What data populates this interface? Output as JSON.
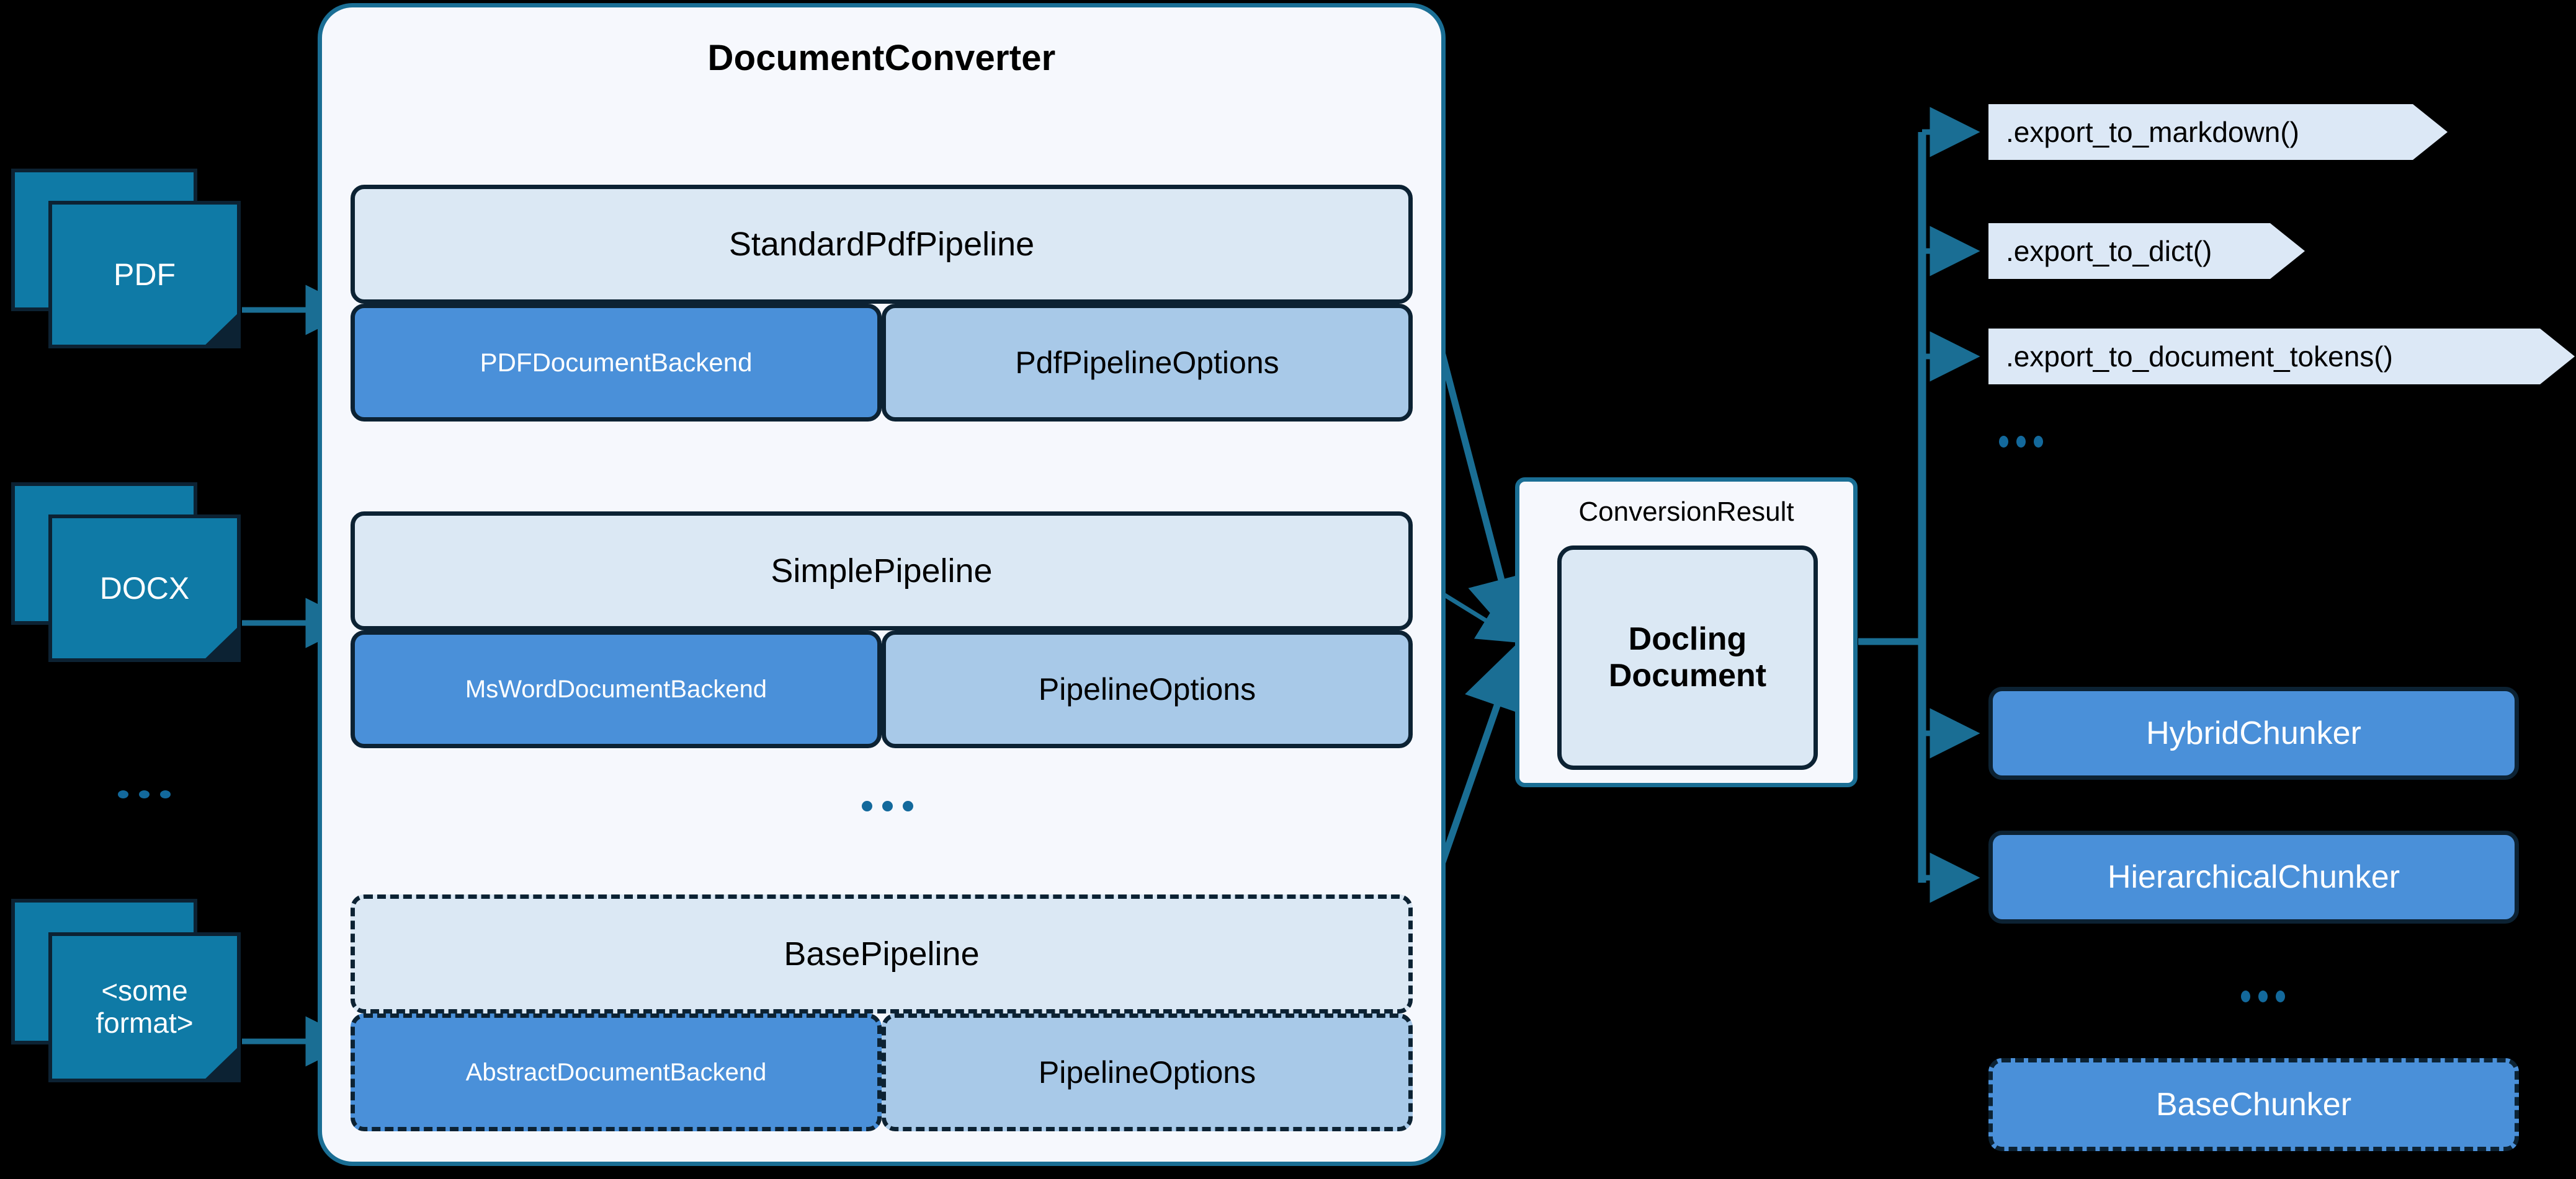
{
  "diagram": {
    "title": "Docling DocumentConverter architecture",
    "background": "#000000",
    "colors": {
      "teal_border": "#1a6e94",
      "navy_border": "#0c2233",
      "doc_fill": "#0f7aa6",
      "pipeline_head_fill": "#dbe8f4",
      "backend_fill": "#4a90d9",
      "options_fill": "#a8c9e8",
      "panel_fill": "#f6f8fd",
      "export_fill": "#dce8f6",
      "dot_color": "#13699c"
    }
  },
  "inputs": {
    "items": [
      {
        "label": "PDF",
        "icon": "document-stack-icon"
      },
      {
        "label": "DOCX",
        "icon": "document-stack-icon"
      },
      {
        "label": "<some\nformat>",
        "line1": "<some",
        "line2": "format>",
        "icon": "document-stack-icon"
      }
    ],
    "ellipsis": "..."
  },
  "converter": {
    "title": "DocumentConverter",
    "ellipsis": "...",
    "pipelines": [
      {
        "name": "StandardPdfPipeline",
        "backend": "PDFDocumentBackend",
        "options": "PdfPipelineOptions",
        "abstract": false
      },
      {
        "name": "SimplePipeline",
        "backend": "MsWordDocumentBackend",
        "options": "PipelineOptions",
        "abstract": false
      },
      {
        "name": "BasePipeline",
        "backend": "AbstractDocumentBackend",
        "options": "PipelineOptions",
        "abstract": true
      }
    ]
  },
  "conversion_result": {
    "label": "ConversionResult",
    "document_line1": "Docling",
    "document_line2": "Document"
  },
  "exports": {
    "items": [
      {
        "label": ".export_to_markdown()"
      },
      {
        "label": ".export_to_dict()"
      },
      {
        "label": ".export_to_document_tokens()"
      }
    ],
    "ellipsis": "..."
  },
  "chunkers": {
    "items": [
      {
        "label": "HybridChunker",
        "abstract": false
      },
      {
        "label": "HierarchicalChunker",
        "abstract": false
      },
      {
        "label": "BaseChunker",
        "abstract": true
      }
    ],
    "ellipsis": "..."
  }
}
